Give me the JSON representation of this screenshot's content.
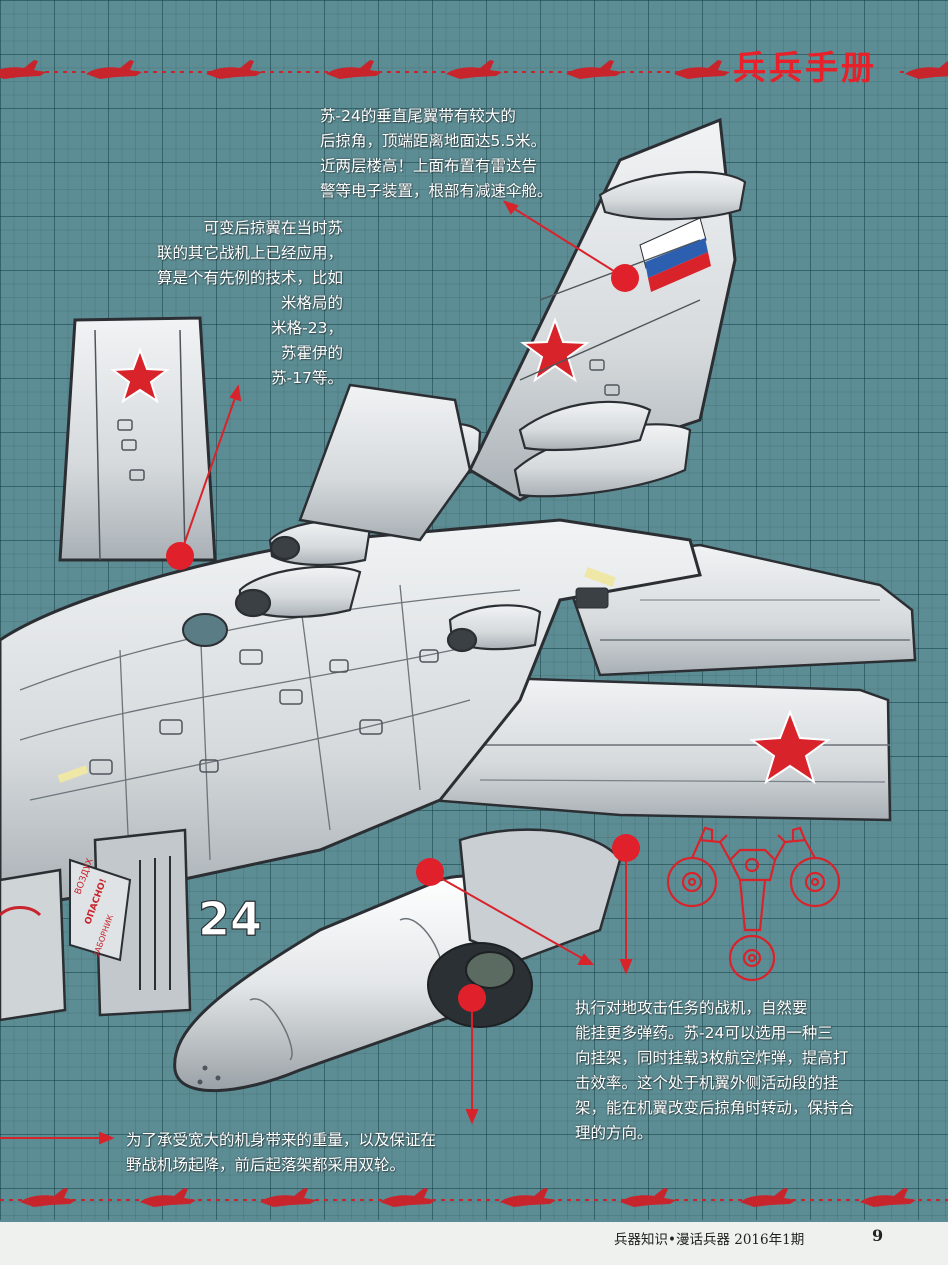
{
  "header": {
    "column_title": "兵兵手册"
  },
  "callouts": {
    "tail": [
      "苏-24的垂直尾翼带有较大的",
      "后掠角，顶端距离地面达5.5米。",
      "近两层楼高！上面布置有雷达告",
      "警等电子装置，根部有减速伞舱。"
    ],
    "wing": [
      "可变后掠翼在当时苏",
      "联的其它战机上已经应用，",
      "算是个有先例的技术，比如",
      "米格局的",
      "米格-23，",
      "苏霍伊的",
      "苏-17等。"
    ],
    "pylon": [
      "执行对地攻击任务的战机，自然要",
      "能挂更多弹药。苏-24可以选用一种三",
      "向挂架，同时挂载3枚航空炸弹，提高打",
      "击效率。这个处于机翼外侧活动段的挂",
      "架，能在机翼改变后掠角时转动，保持合",
      "理的方向。"
    ],
    "gear": [
      "为了承受宽大的机身带来的重量，以及保证在",
      "野战机场起降，前后起落架都采用双轮。"
    ]
  },
  "aircraft": {
    "tail_number": "24",
    "insignia": "red-star-icon",
    "panel_label": "ВОЗДУХ ОПАСНО! ЗАБОРНИК"
  },
  "footer": {
    "magazine": "兵器知识•漫话兵器 2016年1期",
    "page_number": "9"
  },
  "colors": {
    "background": "#5d8d94",
    "accent": "#e8202a",
    "airframe": "#dfe3e5"
  }
}
